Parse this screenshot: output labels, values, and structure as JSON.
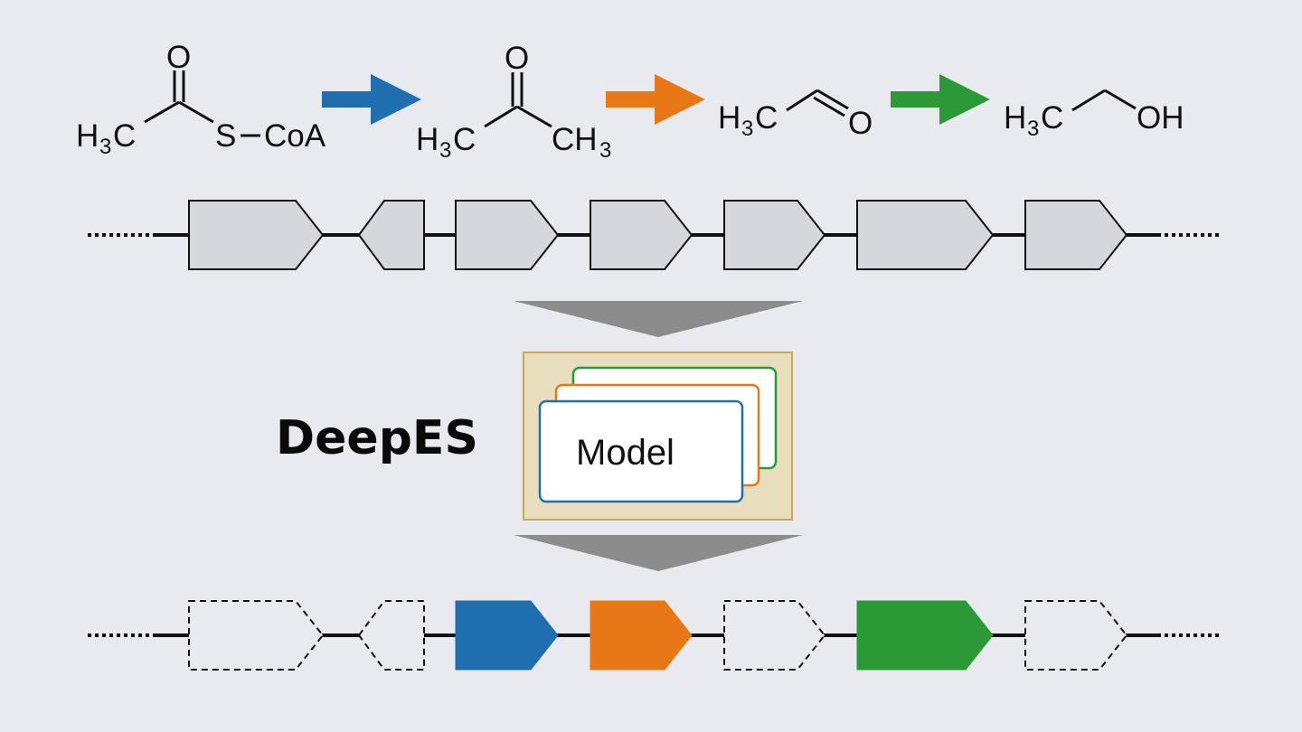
{
  "reaction": {
    "compound1": {
      "H": "H",
      "sub3": "3",
      "C": "C",
      "O": "O",
      "S": "S",
      "CoA": "CoA"
    },
    "compound2": {
      "H_left": "H",
      "sub3_left": "3",
      "C_left": "C",
      "O": "O",
      "CH": "CH",
      "sub3_right": "3"
    },
    "compound3": {
      "H": "H",
      "sub3": "3",
      "C": "C",
      "O": "O"
    },
    "compound4": {
      "H": "H",
      "sub3": "3",
      "C": "C",
      "OH": "OH"
    },
    "arrows": [
      {
        "color": "#1f6fb0"
      },
      {
        "color": "#e87816"
      },
      {
        "color": "#2b9a36"
      }
    ]
  },
  "gene_cluster": {
    "genes": [
      {
        "direction": "forward"
      },
      {
        "direction": "reverse"
      },
      {
        "direction": "forward"
      },
      {
        "direction": "forward"
      },
      {
        "direction": "forward"
      },
      {
        "direction": "forward"
      },
      {
        "direction": "forward"
      }
    ]
  },
  "model": {
    "title": "DeepES",
    "label": "Model",
    "card_colors": [
      "#2b9a36",
      "#e87816",
      "#1f6fb0"
    ],
    "box_color": "#e8ddbd"
  },
  "predicted_cluster": {
    "genes": [
      {
        "state": "outline"
      },
      {
        "state": "outline"
      },
      {
        "state": "highlight",
        "color": "#1f6fb0"
      },
      {
        "state": "highlight",
        "color": "#e87816"
      },
      {
        "state": "outline"
      },
      {
        "state": "highlight",
        "color": "#2b9a36"
      },
      {
        "state": "outline"
      }
    ]
  },
  "colors": {
    "gene_fill": "#d6d7dd",
    "line": "#111111",
    "funnel": "#8c8c8c",
    "background": "#e9eaf0"
  }
}
